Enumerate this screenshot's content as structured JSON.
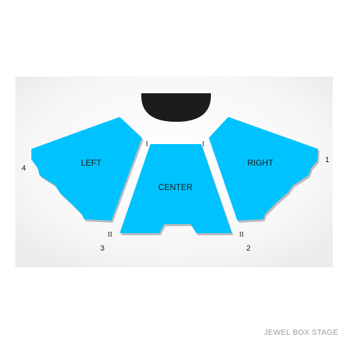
{
  "colors": {
    "section_fill": "#00c2ff",
    "section_shadow": "#6e6e6e",
    "stage_fill": "#1c1c1c",
    "panel_bg": "#f4f4f4"
  },
  "sections": {
    "left": "LEFT",
    "center": "CENTER",
    "right": "RIGHT"
  },
  "aisle_marks": {
    "left_top": "I",
    "left_bottom": "II",
    "right_top": "I",
    "right_bottom": "II"
  },
  "entrances": {
    "e1": "1",
    "e2": "2",
    "e3": "3",
    "e4": "4"
  },
  "venue_name": "JEWEL BOX STAGE"
}
